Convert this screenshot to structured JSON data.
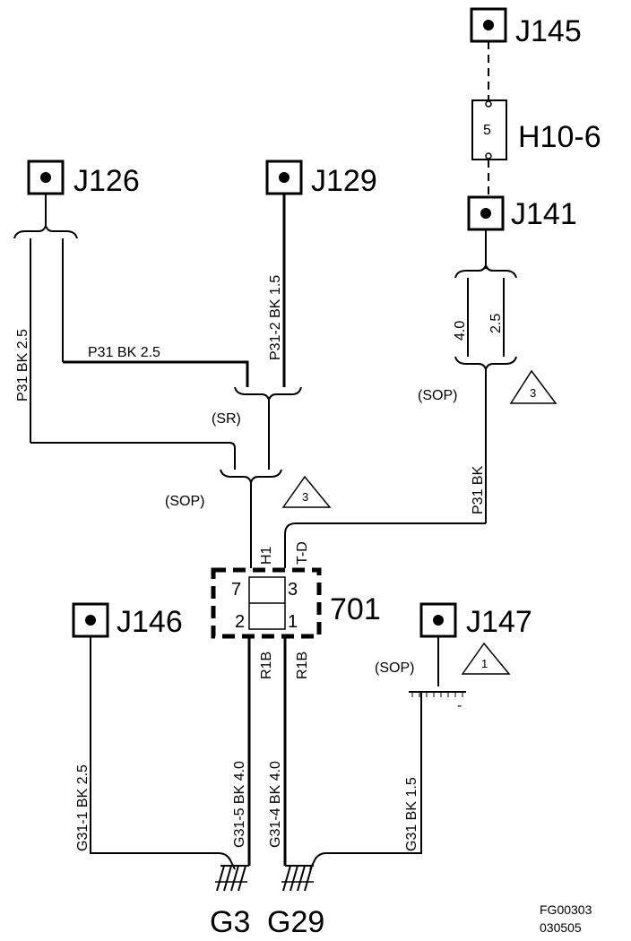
{
  "connectors": {
    "j145": "J145",
    "j126": "J126",
    "j129": "J129",
    "j141": "J141",
    "j146": "J146",
    "j147": "J147"
  },
  "fuse": {
    "number": "5",
    "label": "H10-6"
  },
  "splice": {
    "label": "701",
    "pin_top_left": "7",
    "pin_top_right": "3",
    "pin_bottom_left": "2",
    "pin_bottom_right": "1",
    "upper_left_tag": "H1",
    "upper_right_tag": "T-D",
    "lower_left_tag": "R1B",
    "lower_right_tag": "R1B"
  },
  "wires": {
    "p31_bk_25_vertical": "P31  BK  2.5",
    "p31_bk_25_horizontal": "P31   BK    2.5",
    "p31_2_bk_15": "P31-2  BK  1.5",
    "j141_left_size": "4.0",
    "j141_right_size": "2.5",
    "p31_bk_right": "P31  BK",
    "g31_1": "G31-1  BK  2.5",
    "g31_5": "G31-5  BK  4.0",
    "g31_4": "G31-4  BK  4.0",
    "g31": "G31  BK  1.5"
  },
  "notes": {
    "sr": "(SR)",
    "sop_left": "(SOP)",
    "sop_right": "(SOP)",
    "sop_bottom": "(SOP)",
    "tri_3a": "3",
    "tri_3b": "3",
    "tri_1": "1",
    "minus": "-"
  },
  "grounds": {
    "g3": "G3",
    "g29": "G29"
  },
  "footer": {
    "code1": "FG00303",
    "code2": "030505"
  }
}
